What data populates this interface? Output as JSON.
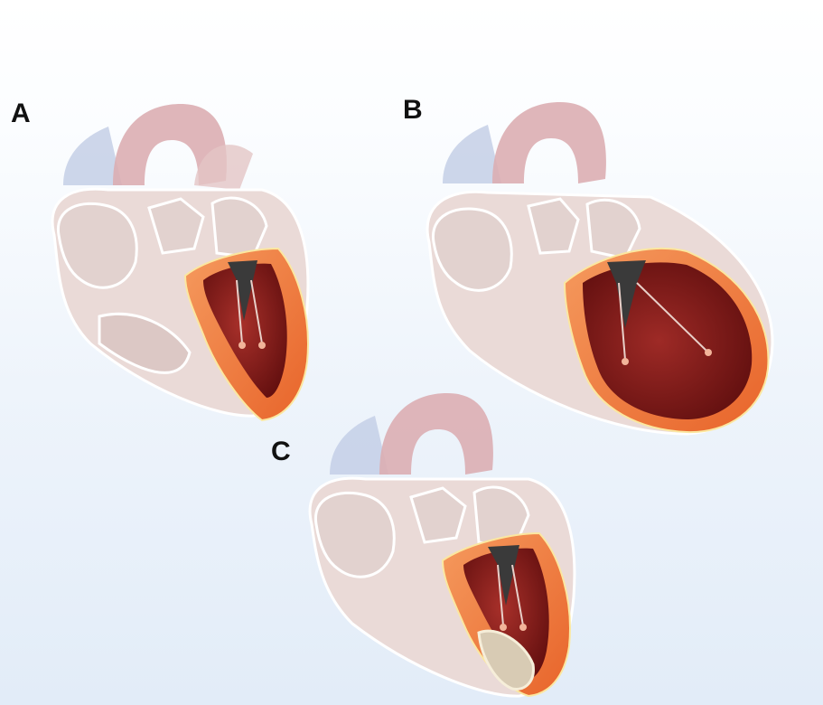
{
  "panels": [
    {
      "label": "A",
      "condition": "normal"
    },
    {
      "label": "B",
      "condition": "dilated"
    },
    {
      "label": "C",
      "condition": "apical-lesion"
    }
  ],
  "colors": {
    "background": "#eef4fb",
    "myocardium_orange": "#f07e45",
    "ventricle_cavity": "#8a1c1c",
    "pale_tissue": "#ecd9d6",
    "vessel_blue": "#b8c5e2",
    "aorta_pink": "#d9a9ae",
    "outline": "#ffffff"
  }
}
